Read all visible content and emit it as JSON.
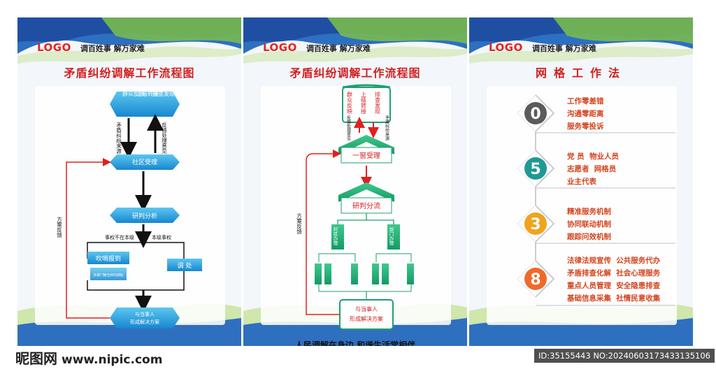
{
  "logo": "LOGO",
  "slogan": "调百姓事 解万家难",
  "panel1": {
    "title": "矛盾纠纷调解工作流程图",
    "box_top_left": "群众反映",
    "box_top_mid": "上级转接",
    "box_top_right": "排查发现",
    "arrow_down_label": "矛盾纠纷来源",
    "arrow_up_label": "反馈处理意见",
    "community": "社区受理",
    "analysis": "研判分析",
    "branch_left": "事权不在本级",
    "branch_right": "本级事权",
    "whistle": "吹哨报到",
    "whistle_sub": "多部门联合共同调处",
    "mediate": "调 处",
    "final_line1": "与当事人",
    "final_line2": "形成解决方案",
    "feedback": "方案反馈"
  },
  "panel2": {
    "title": "矛盾纠纷调解工作流程图",
    "top_col1": "群众反映",
    "top_col2": "上级转接",
    "top_col3": "排查发现",
    "left_label": "反馈处理意见",
    "right_label": "矛盾纠纷来源",
    "window": "一窗受理",
    "analysis": "研判分流",
    "village": "村民办理",
    "dept": "部门办理",
    "final_line1": "与当事人",
    "final_line2": "形成解决方案",
    "feedback": "方案反馈",
    "motto": "人民调解在身边 和谐生活常相伴"
  },
  "panel3": {
    "title": "网格工作法",
    "items": [
      {
        "num": "0",
        "color": "#5b5b5b",
        "lines": [
          "工作零差错",
          "沟通零距离",
          "服务零投诉"
        ]
      },
      {
        "num": "5",
        "color": "#1f9a93",
        "lines": [
          "党 员  物业人员",
          "志愿者  网格员",
          "业主代表"
        ]
      },
      {
        "num": "3",
        "color": "#f0a41e",
        "lines": [
          "精准服务机制",
          "协同联动机制",
          "跟踪问效机制"
        ]
      },
      {
        "num": "8",
        "color": "#ef6a2a",
        "lines": [
          "法律法规宣传  公共服务代办",
          "矛盾排查化解  社会心理服务",
          "重点人员管理  安全隐患排查",
          "基础信息采集  社情民意收集"
        ]
      }
    ]
  },
  "watermark_left": "昵图网",
  "watermark_url": "www.nipic.com",
  "watermark_id": "ID:35155443 NO:20240603173433135106"
}
